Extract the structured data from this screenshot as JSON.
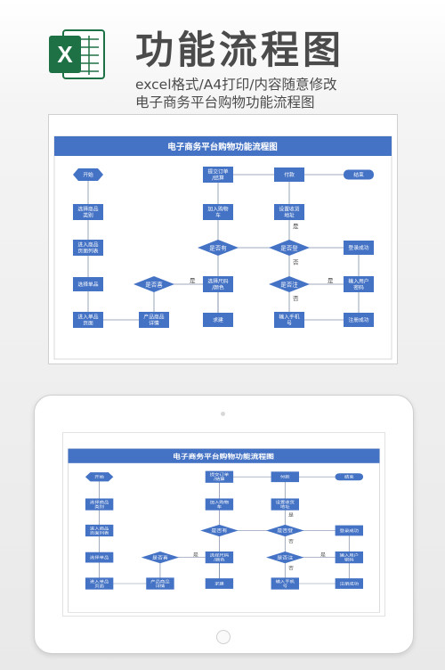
{
  "header": {
    "logo_letter": "X",
    "title": "功能流程图",
    "subtitle_1": "excel格式/A4打印/内容随意修改",
    "subtitle_2": "电子商务平台购物功能流程图"
  },
  "flowchart": {
    "title": "电子商务平台购物功能流程图",
    "colors": {
      "band": "#4472c4",
      "node": "#4472c4",
      "text": "#ffffff",
      "line": "#7f8ea8",
      "label": "#444444"
    },
    "nodes": {
      "start": "开始",
      "select_category": "选择商品类别",
      "enter_list": "进入商品页面列表",
      "select_item": "选择单品",
      "enter_page": "进入单品页面",
      "product_detail": "产品商品详情",
      "satisfied": "是否喜",
      "choose_size": "选择尺码/颜色",
      "buy_now": "求建",
      "has_account": "是否有",
      "add_cart": "加入购物车",
      "submit_order": "提交订单/结算",
      "logged_in": "是否登",
      "set_address": "设置收货地址",
      "pay": "付款",
      "end": "结束",
      "registered": "是否注",
      "input_phone": "输入手机号",
      "register_ok": "注册成功",
      "input_password": "输入用户密码",
      "login_ok": "登录成功"
    },
    "labels": {
      "yes": "是",
      "no": "否"
    }
  }
}
